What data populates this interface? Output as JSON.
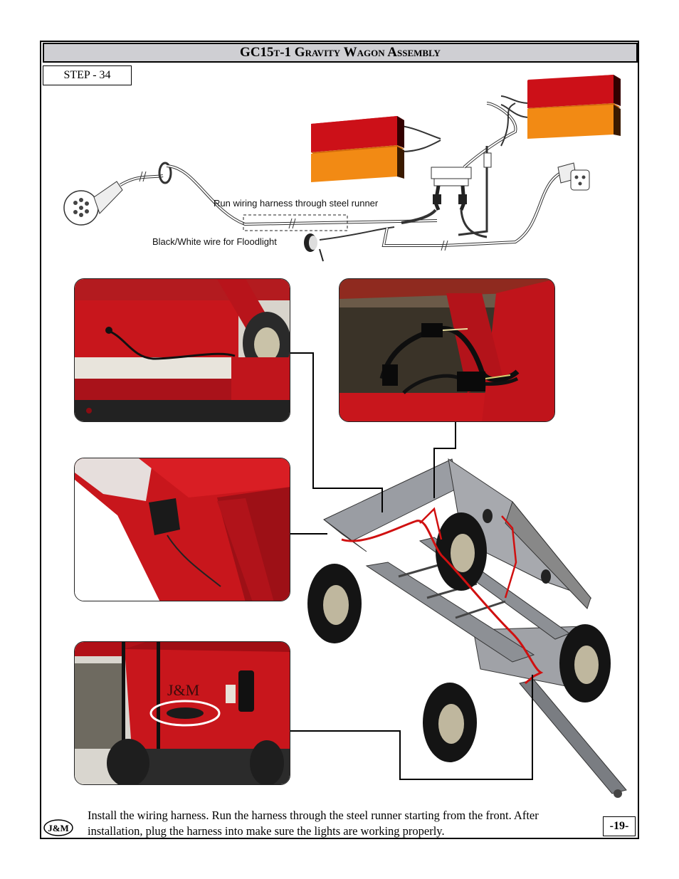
{
  "header": {
    "title_main": "GC15",
    "title_small": "t-1 Gravity Wagon Assembly"
  },
  "step": {
    "label": "STEP - 34"
  },
  "diagram": {
    "label_runner": "Run wiring harness through steel runner",
    "label_flood": "Black/White wire for Floodlight"
  },
  "photos": [
    {
      "name": "photo-rear-harness"
    },
    {
      "name": "photo-connectors"
    },
    {
      "name": "photo-junction-box"
    },
    {
      "name": "photo-front-panel"
    }
  ],
  "photo_front_panel": {
    "brand": "J&M"
  },
  "caption": {
    "text": "Install the wiring harness. Run the harness through the steel runner starting from the front. After installation, plug the harness into make sure the lights are working properly."
  },
  "footer": {
    "page": "-19-",
    "logo": "J&M"
  },
  "colors": {
    "title_bg": "#cfcfd3",
    "wagon_red": "#c8141a",
    "amber": "#f08a10",
    "harness": "#d01010"
  }
}
